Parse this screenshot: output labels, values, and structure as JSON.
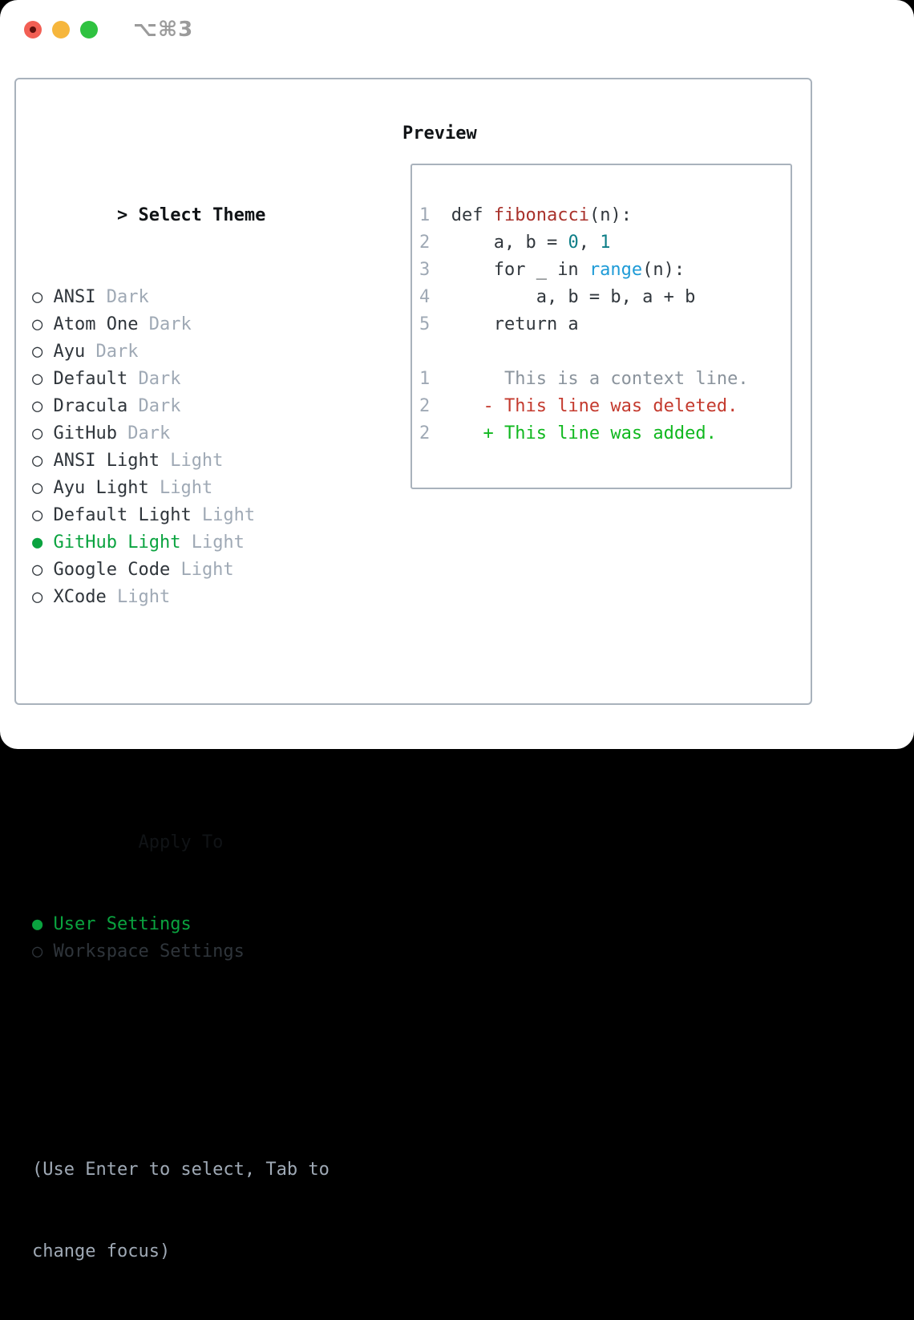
{
  "titlebar": {
    "shortcut": "⌥⌘3",
    "traffic_lights": [
      "close",
      "minimize",
      "zoom"
    ]
  },
  "glyphs": {
    "radio_on": "●",
    "radio_off": "○",
    "header_prefix": ">"
  },
  "colors": {
    "text": "#31373d",
    "func": "#a9322c",
    "num": "#0d7e87",
    "builtin": "#1e9bd7",
    "context": "#8a939c",
    "deleted": "#c43a2e",
    "added": "#10b81f",
    "muted": "#9fa9b5",
    "dark": "#2f353b",
    "green": "#0aa33f",
    "heading": "#101316",
    "panel_border": "#a9b2bc",
    "traffic_red": "#f25f54",
    "traffic_yellow": "#f6b63c",
    "traffic_green": "#2fc240"
  },
  "theme_panel": {
    "header": {
      "prefix": ">",
      "label": "Select Theme"
    },
    "themes": [
      {
        "name": "ANSI",
        "variant": "Dark",
        "selected": false
      },
      {
        "name": "Atom One",
        "variant": "Dark",
        "selected": false
      },
      {
        "name": "Ayu",
        "variant": "Dark",
        "selected": false
      },
      {
        "name": "Default",
        "variant": "Dark",
        "selected": false
      },
      {
        "name": "Dracula",
        "variant": "Dark",
        "selected": false
      },
      {
        "name": "GitHub",
        "variant": "Dark",
        "selected": false
      },
      {
        "name": "ANSI Light",
        "variant": "Light",
        "selected": false
      },
      {
        "name": "Ayu Light",
        "variant": "Light",
        "selected": false
      },
      {
        "name": "Default Light",
        "variant": "Light",
        "selected": false
      },
      {
        "name": "GitHub Light",
        "variant": "Light",
        "selected": true
      },
      {
        "name": "Google Code",
        "variant": "Light",
        "selected": false
      },
      {
        "name": "XCode",
        "variant": "Light",
        "selected": false
      }
    ],
    "apply_to": {
      "label": "Apply To",
      "options": [
        {
          "name": "User Settings",
          "selected": true
        },
        {
          "name": "Workspace Settings",
          "selected": false
        }
      ]
    },
    "hint_lines": [
      "(Use Enter to select, Tab to",
      "change focus)"
    ]
  },
  "preview": {
    "title": "Preview",
    "lines": [
      {
        "number": "1",
        "segments": [
          {
            "t": "  def ",
            "c": "text"
          },
          {
            "t": "fibonacci",
            "c": "func"
          },
          {
            "t": "(n):",
            "c": "text"
          }
        ]
      },
      {
        "number": "2",
        "segments": [
          {
            "t": "      a, b = ",
            "c": "text"
          },
          {
            "t": "0",
            "c": "num"
          },
          {
            "t": ", ",
            "c": "text"
          },
          {
            "t": "1",
            "c": "num"
          }
        ]
      },
      {
        "number": "3",
        "segments": [
          {
            "t": "      for _ in ",
            "c": "text"
          },
          {
            "t": "range",
            "c": "builtin"
          },
          {
            "t": "(n):",
            "c": "text"
          }
        ]
      },
      {
        "number": "4",
        "segments": [
          {
            "t": "          a, b = b, a + b",
            "c": "text"
          }
        ]
      },
      {
        "number": "5",
        "segments": [
          {
            "t": "      return a",
            "c": "text"
          }
        ]
      },
      {
        "number": null,
        "segments": []
      },
      {
        "number": "1",
        "segments": [
          {
            "t": "       This is a context line.",
            "c": "context"
          }
        ]
      },
      {
        "number": "2",
        "segments": [
          {
            "t": "     - This line was deleted.",
            "c": "deleted"
          }
        ]
      },
      {
        "number": "2",
        "segments": [
          {
            "t": "     + This line was added.",
            "c": "added"
          }
        ]
      }
    ]
  }
}
